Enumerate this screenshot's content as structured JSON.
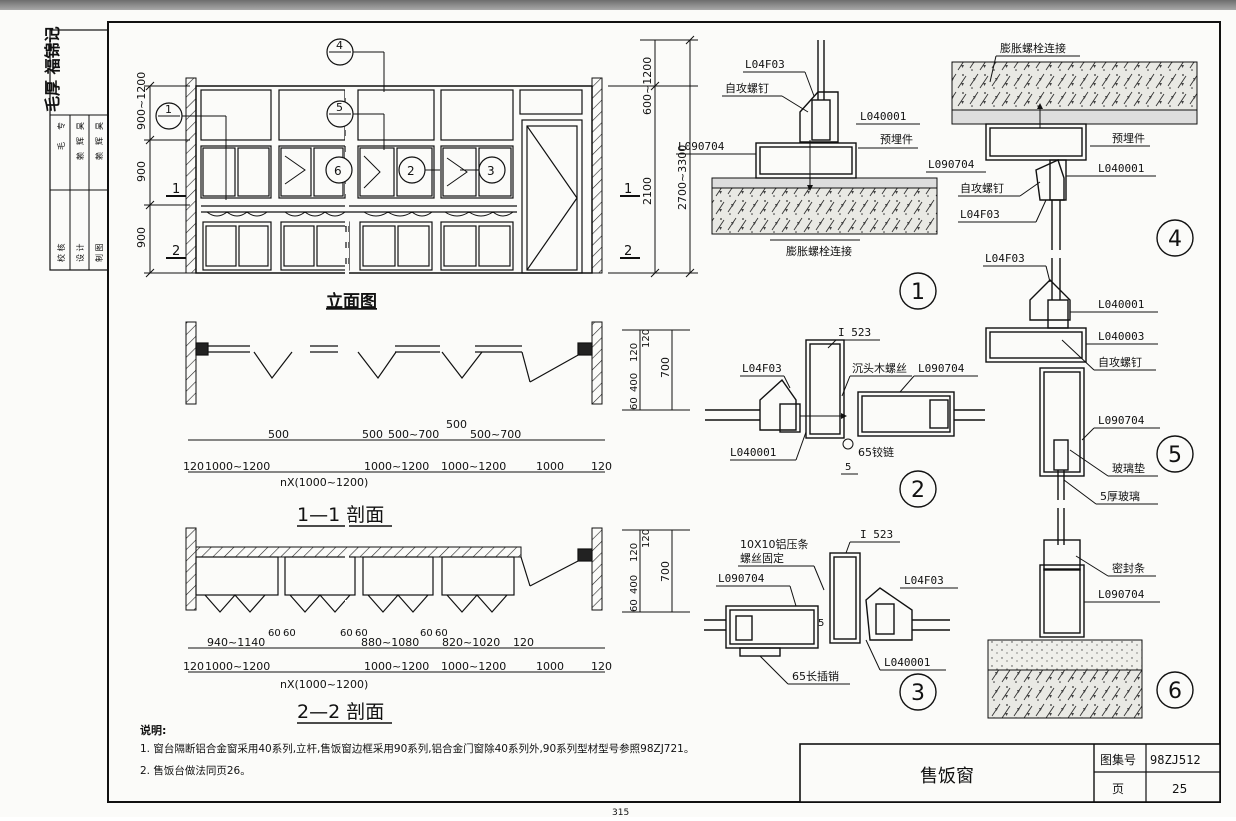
{
  "title_block": {
    "title": "售饭窗",
    "atlas_label": "图集号",
    "atlas_no": "98ZJ512",
    "page_label": "页",
    "page_no": "25"
  },
  "signature_block": {
    "rows": [
      [
        "毛",
        "专",
        "",
        "审"
      ],
      [
        "赖",
        "辉",
        "昊",
        "核"
      ],
      [
        "赖",
        "辉",
        "昊",
        "计"
      ]
    ],
    "left_col": [
      "校 核",
      "设 计",
      "制 图"
    ],
    "handwriting": "毛厚 福锦记"
  },
  "elevation": {
    "title": "立面图",
    "dims_left": [
      "900~1200",
      "900",
      "900"
    ],
    "dims_right_inner": [
      "600~1200",
      "2100"
    ],
    "dims_right_outer": "2700~3300",
    "section_marks": [
      "1",
      "1",
      "2",
      "2"
    ],
    "callouts": [
      "1",
      "4",
      "5",
      "6",
      "2",
      "3"
    ]
  },
  "section_1": {
    "title": "1—1 剖面",
    "dims_v": [
      "120",
      "120",
      "400",
      "60",
      "700"
    ],
    "dims_top": [
      "500",
      "500",
      "500~700",
      "500",
      "500~700"
    ],
    "dims_bottom": [
      "120",
      "1000~1200",
      "1000~1200",
      "1000~1200",
      "1000",
      "120"
    ],
    "total": "nX(1000~1200)"
  },
  "section_2": {
    "title": "2—2 剖面",
    "dims_v": [
      "120",
      "120",
      "400",
      "60",
      "700"
    ],
    "dims_top": [
      "940~1140",
      "60",
      "60",
      "60",
      "60",
      "880~1080",
      "60",
      "60",
      "820~1020",
      "120"
    ],
    "dims_bottom": [
      "120",
      "1000~1200",
      "1000~1200",
      "1000~1200",
      "1000",
      "120"
    ],
    "total": "nX(1000~1200)"
  },
  "detail_1": {
    "number": "1",
    "labels": [
      "L04F03",
      "自攻螺钉",
      "L040001",
      "L090704",
      "预埋件",
      "膨胀螺栓连接"
    ]
  },
  "detail_2": {
    "number": "2",
    "labels": [
      "I 523",
      "L04F03",
      "沉头木螺丝",
      "L090704",
      "L040001",
      "65铰链",
      "5"
    ]
  },
  "detail_3": {
    "number": "3",
    "labels": [
      "10X10铝压条",
      "螺丝固定",
      "I 523",
      "L090704",
      "L04F03",
      "5",
      "L040001",
      "65长插销"
    ]
  },
  "detail_4": {
    "number": "4",
    "labels": [
      "膨胀螺栓连接",
      "预埋件",
      "L090704",
      "L040001",
      "自攻螺钉",
      "L04F03"
    ]
  },
  "detail_5": {
    "number": "5",
    "labels": [
      "L04F03",
      "L040001",
      "L040003",
      "自攻螺钉",
      "L090704",
      "玻璃垫",
      "5厚玻璃"
    ]
  },
  "detail_6": {
    "number": "6",
    "labels": [
      "密封条",
      "L090704"
    ]
  },
  "notes": {
    "heading": "说明:",
    "items": [
      "1. 窗台隔断铝合金窗采用40系列,立杆,售饭窗边框采用90系列,铝合金门窗除40系列外,90系列型材型号参照98ZJ721。",
      "2. 售饭台做法同页26。"
    ]
  },
  "footer_page": "315"
}
